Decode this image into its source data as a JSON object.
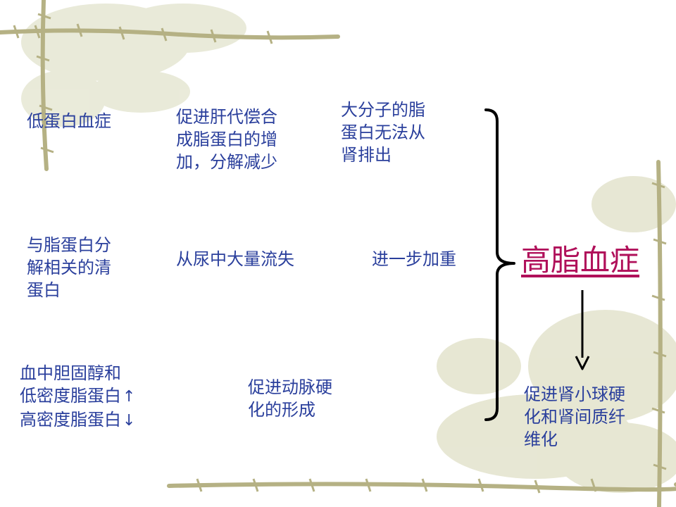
{
  "diagram": {
    "left_column": [
      {
        "lines": [
          "低蛋白血症"
        ]
      },
      {
        "lines": [
          "与脂蛋白分",
          "解相关的清",
          "蛋白"
        ]
      },
      {
        "lines": [
          "血中胆固醇和",
          "低密度脂蛋白",
          "高密度脂蛋白"
        ],
        "marks": [
          "",
          "↑",
          "↓"
        ]
      }
    ],
    "middle_column": [
      {
        "lines": [
          "促进肝代偿合",
          "成脂蛋白的增",
          "加，分解减少"
        ]
      },
      {
        "lines": [
          "从尿中大量流失"
        ]
      },
      {
        "lines": [
          "促进动脉硬",
          "化的形成"
        ]
      }
    ],
    "right_column": [
      {
        "lines": [
          "大分子的脂",
          "蛋白无法从",
          "肾排出"
        ]
      },
      {
        "lines": [
          "进一步加重"
        ]
      }
    ],
    "target": {
      "label": "高脂血症"
    },
    "result": {
      "lines": [
        "促进肾小球硬",
        "化和肾间质纤",
        "维化"
      ]
    }
  },
  "colors": {
    "text": "#2a3f9c",
    "target_text": "#b0105a",
    "connector": "#000000",
    "decor_border": "#b8b48a",
    "decor_leaves": "#e3e4cf"
  }
}
